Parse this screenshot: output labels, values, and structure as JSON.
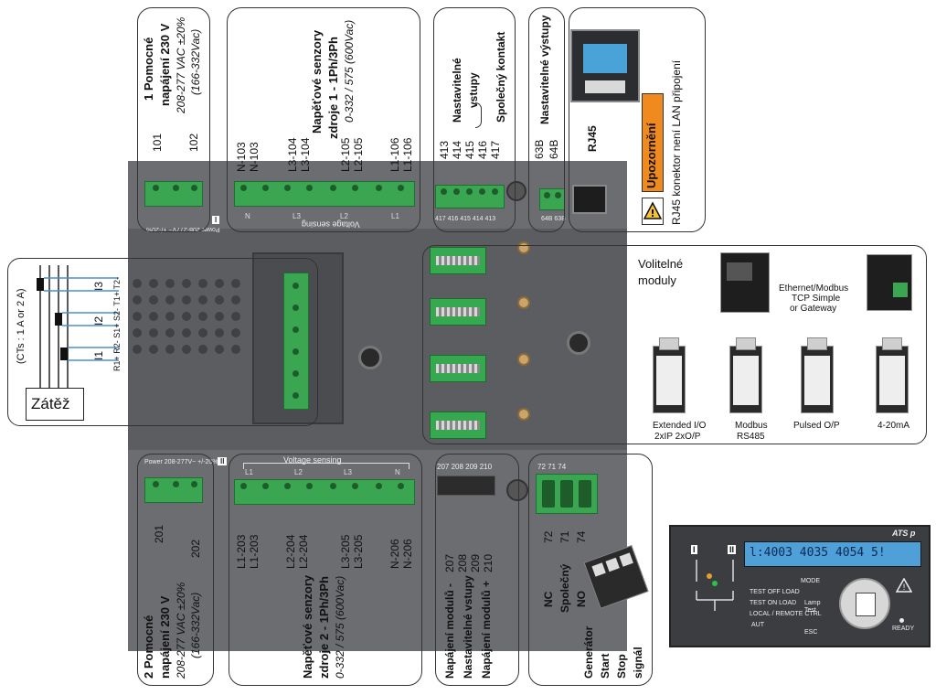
{
  "aux1": {
    "title_line1": "1 Pomocné",
    "title_line2": "napájení 230 V",
    "range": "208-277 VAC ±20%",
    "range2": "(166-332Vac)",
    "t1": "101",
    "t2": "102"
  },
  "src1": {
    "title": "Napěťové senzory",
    "title2": "zdroje 1 - 1Ph/3Ph",
    "range": "0-332 / 575 (600Vac)",
    "terms": [
      "N-103",
      "N-103",
      "L3-104",
      "L3-104",
      "L2-105",
      "L2-105",
      "L1-106",
      "L1-106"
    ]
  },
  "in1": {
    "label1": "Nastavitelné",
    "label2": "vstupy",
    "common": "Společný kontakt",
    "terms": [
      "413",
      "414",
      "415",
      "416",
      "417"
    ]
  },
  "out1": {
    "label": "Nastavitelné výstupy",
    "terms": [
      "63B",
      "64B"
    ]
  },
  "rj45": {
    "label": "RJ45",
    "warning": "Upozornění",
    "note": "RJ45 konektor není LAN připojení"
  },
  "device": {
    "power_top": "Power  208-277V~ +/-20%",
    "voltage_sensing": "Voltage sensing",
    "n": "N",
    "l3": "L3",
    "l2": "L2",
    "l1": "L1",
    "roman1": "I",
    "roman2": "II",
    "in_nums": "417 416 415 414 413",
    "out_nums": "64B  63B",
    "power_bottom": "Power  208-277V~ +/-20%",
    "vs_bottom": "Voltage sensing",
    "b_l1": "L1",
    "b_l2": "L2",
    "b_l3": "L3",
    "b_n": "N",
    "b_nums": "207 208 209 210",
    "b_relay": "72   71   74"
  },
  "ct": {
    "note": "(CTs : 1 A or 2 A)",
    "i1": "I1",
    "i2": "I2",
    "i3": "I3",
    "load": "Zátěž",
    "term_labels": "R1+  R2-   S1+  S2-   T1+  T2-"
  },
  "modules": {
    "title1": "Volitelné",
    "title2": "moduly",
    "eth1": "Ethernet/Modbus",
    "eth2": "TCP Simple",
    "eth3": "or Gateway",
    "m1a": "Extended I/O",
    "m1b": "2xIP 2xO/P",
    "m2a": "Modbus",
    "m2b": "RS485",
    "m3": "Pulsed O/P",
    "m4": "4-20mA"
  },
  "aux2": {
    "title_line1": "2 Pomocné",
    "title_line2": "napájení 230 V",
    "range": "208-277 VAC ±20%",
    "range2": "(166-332Vac)",
    "t1": "201",
    "t2": "202"
  },
  "src2": {
    "title": "Napěťové senzory",
    "title2": "zdroje 2 - 1Ph/3Ph",
    "range": "0-332 / 575 (600Vac)",
    "terms": [
      "L1-203",
      "L1-203",
      "L2-204",
      "L2-204",
      "L3-205",
      "L3-205",
      "N-206",
      "N-206"
    ]
  },
  "modpwr": {
    "minus": "Napájení modulů -",
    "inputs": "Nastavitelné vstupy",
    "plus": "Napájení modulů +",
    "t207": "207",
    "t208": "208",
    "t209": "209",
    "t210": "210"
  },
  "gen": {
    "t72": "72",
    "t71": "71",
    "t74": "74",
    "nc": "NC",
    "common": "Společný",
    "no": "NO",
    "g1": "Generátor",
    "g2": "Start",
    "g3": "Stop",
    "g4": "signál"
  },
  "panel": {
    "brand": "ATS p",
    "lcd": "l:4003  4035  4054  5!",
    "test_off": "TEST OFF LOAD",
    "test_on": "TEST ON LOAD",
    "local": "LOCAL / REMOTE CTRL",
    "aut": "AUT",
    "mode": "MODE",
    "lamp": "Lamp Test",
    "esc": "ESC",
    "ready": "READY",
    "s1": "I",
    "s2": "II"
  }
}
